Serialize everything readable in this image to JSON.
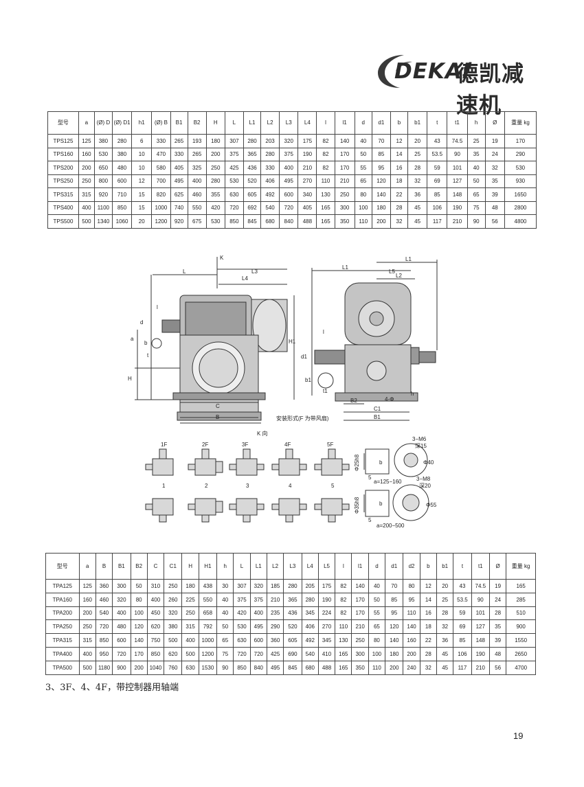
{
  "brand": {
    "name": "DEKAI",
    "cn": "德凯减速机"
  },
  "tps": {
    "headers": [
      "型号",
      "a",
      "(Ø) D",
      "(Ø) D1",
      "h1",
      "(Ø) B",
      "B1",
      "B2",
      "H",
      "L",
      "L1",
      "L2",
      "L3",
      "L4",
      "l",
      "l1",
      "d",
      "d1",
      "b",
      "b1",
      "t",
      "t1",
      "h",
      "Ø",
      "重量 kg"
    ],
    "rows": [
      [
        "TPS125",
        "125",
        "380",
        "280",
        "6",
        "330",
        "265",
        "193",
        "180",
        "307",
        "280",
        "203",
        "320",
        "175",
        "82",
        "140",
        "40",
        "70",
        "12",
        "20",
        "43",
        "74.5",
        "25",
        "19",
        "170"
      ],
      [
        "TPS160",
        "160",
        "530",
        "380",
        "10",
        "470",
        "330",
        "265",
        "200",
        "375",
        "365",
        "280",
        "375",
        "190",
        "82",
        "170",
        "50",
        "85",
        "14",
        "25",
        "53.5",
        "90",
        "35",
        "24",
        "290"
      ],
      [
        "TPS200",
        "200",
        "650",
        "480",
        "10",
        "580",
        "405",
        "325",
        "250",
        "425",
        "436",
        "330",
        "400",
        "210",
        "82",
        "170",
        "55",
        "95",
        "16",
        "28",
        "59",
        "101",
        "40",
        "32",
        "530"
      ],
      [
        "TPS250",
        "250",
        "800",
        "600",
        "12",
        "700",
        "495",
        "400",
        "280",
        "530",
        "520",
        "406",
        "495",
        "270",
        "110",
        "210",
        "65",
        "120",
        "18",
        "32",
        "69",
        "127",
        "50",
        "35",
        "930"
      ],
      [
        "TPS315",
        "315",
        "920",
        "710",
        "15",
        "820",
        "625",
        "460",
        "355",
        "630",
        "605",
        "492",
        "600",
        "340",
        "130",
        "250",
        "80",
        "140",
        "22",
        "36",
        "85",
        "148",
        "65",
        "39",
        "1650"
      ],
      [
        "TPS400",
        "400",
        "1100",
        "850",
        "15",
        "1000",
        "740",
        "550",
        "420",
        "720",
        "692",
        "540",
        "720",
        "405",
        "165",
        "300",
        "100",
        "180",
        "28",
        "45",
        "106",
        "190",
        "75",
        "48",
        "2800"
      ],
      [
        "TPS500",
        "500",
        "1340",
        "1060",
        "20",
        "1200",
        "920",
        "675",
        "530",
        "850",
        "845",
        "680",
        "840",
        "488",
        "165",
        "350",
        "110",
        "200",
        "32",
        "45",
        "117",
        "210",
        "90",
        "56",
        "4800"
      ]
    ]
  },
  "tpa": {
    "headers": [
      "型号",
      "a",
      "B",
      "B1",
      "B2",
      "C",
      "C1",
      "H",
      "H1",
      "h",
      "L",
      "L1",
      "L2",
      "L3",
      "L4",
      "L5",
      "l",
      "l1",
      "d",
      "d1",
      "d2",
      "b",
      "b1",
      "t",
      "t1",
      "Ø",
      "重量 kg"
    ],
    "rows": [
      [
        "TPA125",
        "125",
        "360",
        "300",
        "50",
        "310",
        "250",
        "180",
        "438",
        "30",
        "307",
        "320",
        "185",
        "280",
        "205",
        "175",
        "82",
        "140",
        "40",
        "70",
        "80",
        "12",
        "20",
        "43",
        "74.5",
        "19",
        "165"
      ],
      [
        "TPA160",
        "160",
        "460",
        "320",
        "80",
        "400",
        "260",
        "225",
        "550",
        "40",
        "375",
        "375",
        "210",
        "365",
        "280",
        "190",
        "82",
        "170",
        "50",
        "85",
        "95",
        "14",
        "25",
        "53.5",
        "90",
        "24",
        "285"
      ],
      [
        "TPA200",
        "200",
        "540",
        "400",
        "100",
        "450",
        "320",
        "250",
        "658",
        "40",
        "420",
        "400",
        "235",
        "436",
        "345",
        "224",
        "82",
        "170",
        "55",
        "95",
        "110",
        "16",
        "28",
        "59",
        "101",
        "28",
        "510"
      ],
      [
        "TPA250",
        "250",
        "720",
        "480",
        "120",
        "620",
        "380",
        "315",
        "792",
        "50",
        "530",
        "495",
        "290",
        "520",
        "406",
        "270",
        "110",
        "210",
        "65",
        "120",
        "140",
        "18",
        "32",
        "69",
        "127",
        "35",
        "900"
      ],
      [
        "TPA315",
        "315",
        "850",
        "600",
        "140",
        "750",
        "500",
        "400",
        "1000",
        "65",
        "630",
        "600",
        "360",
        "605",
        "492",
        "345",
        "130",
        "250",
        "80",
        "140",
        "160",
        "22",
        "36",
        "85",
        "148",
        "39",
        "1550"
      ],
      [
        "TPA400",
        "400",
        "950",
        "720",
        "170",
        "850",
        "620",
        "500",
        "1200",
        "75",
        "720",
        "720",
        "425",
        "690",
        "540",
        "410",
        "165",
        "300",
        "100",
        "180",
        "200",
        "28",
        "45",
        "106",
        "190",
        "48",
        "2650"
      ],
      [
        "TPA500",
        "500",
        "1180",
        "900",
        "200",
        "1040",
        "760",
        "630",
        "1530",
        "90",
        "850",
        "840",
        "495",
        "845",
        "680",
        "488",
        "165",
        "350",
        "110",
        "200",
        "240",
        "32",
        "45",
        "117",
        "210",
        "56",
        "4700"
      ]
    ]
  },
  "drawing": {
    "left_labels": {
      "K": "K",
      "L": "L",
      "L3": "L3",
      "L4": "L4",
      "l": "l",
      "d": "d",
      "b": "b",
      "a": "a",
      "t": "t",
      "H": "H",
      "H1": "H1",
      "C": "C",
      "B": "B"
    },
    "right_labels": {
      "L1": "L1",
      "L2": "L2",
      "L5": "L5",
      "l": "l",
      "d1": "d1",
      "b1": "b1",
      "t1": "t1",
      "B2": "B2",
      "C1": "C1",
      "B1": "B1",
      "hole": "4-Φ",
      "h": "h"
    },
    "mount_caption": "安装形式(F 为带风扇)",
    "k_view": "K 向",
    "top_labels": [
      "1F",
      "2F",
      "3F",
      "4F",
      "5F"
    ],
    "bottom_labels": [
      "1",
      "2",
      "3",
      "4",
      "5"
    ],
    "flange1": {
      "dia": "Φ25h8",
      "b": "b",
      "w": "5",
      "thread": "3−M6",
      "depth": "深15",
      "pcd": "Φ40",
      "range": "a=125−160"
    },
    "flange2": {
      "dia": "Φ35h8",
      "b": "b",
      "w": "5",
      "thread": "3−M8",
      "depth": "深20",
      "pcd": "Φ55",
      "range": "a=200−500"
    }
  },
  "footnote": "3、3F、4、4F，带控制器用轴端",
  "page_number": "19"
}
